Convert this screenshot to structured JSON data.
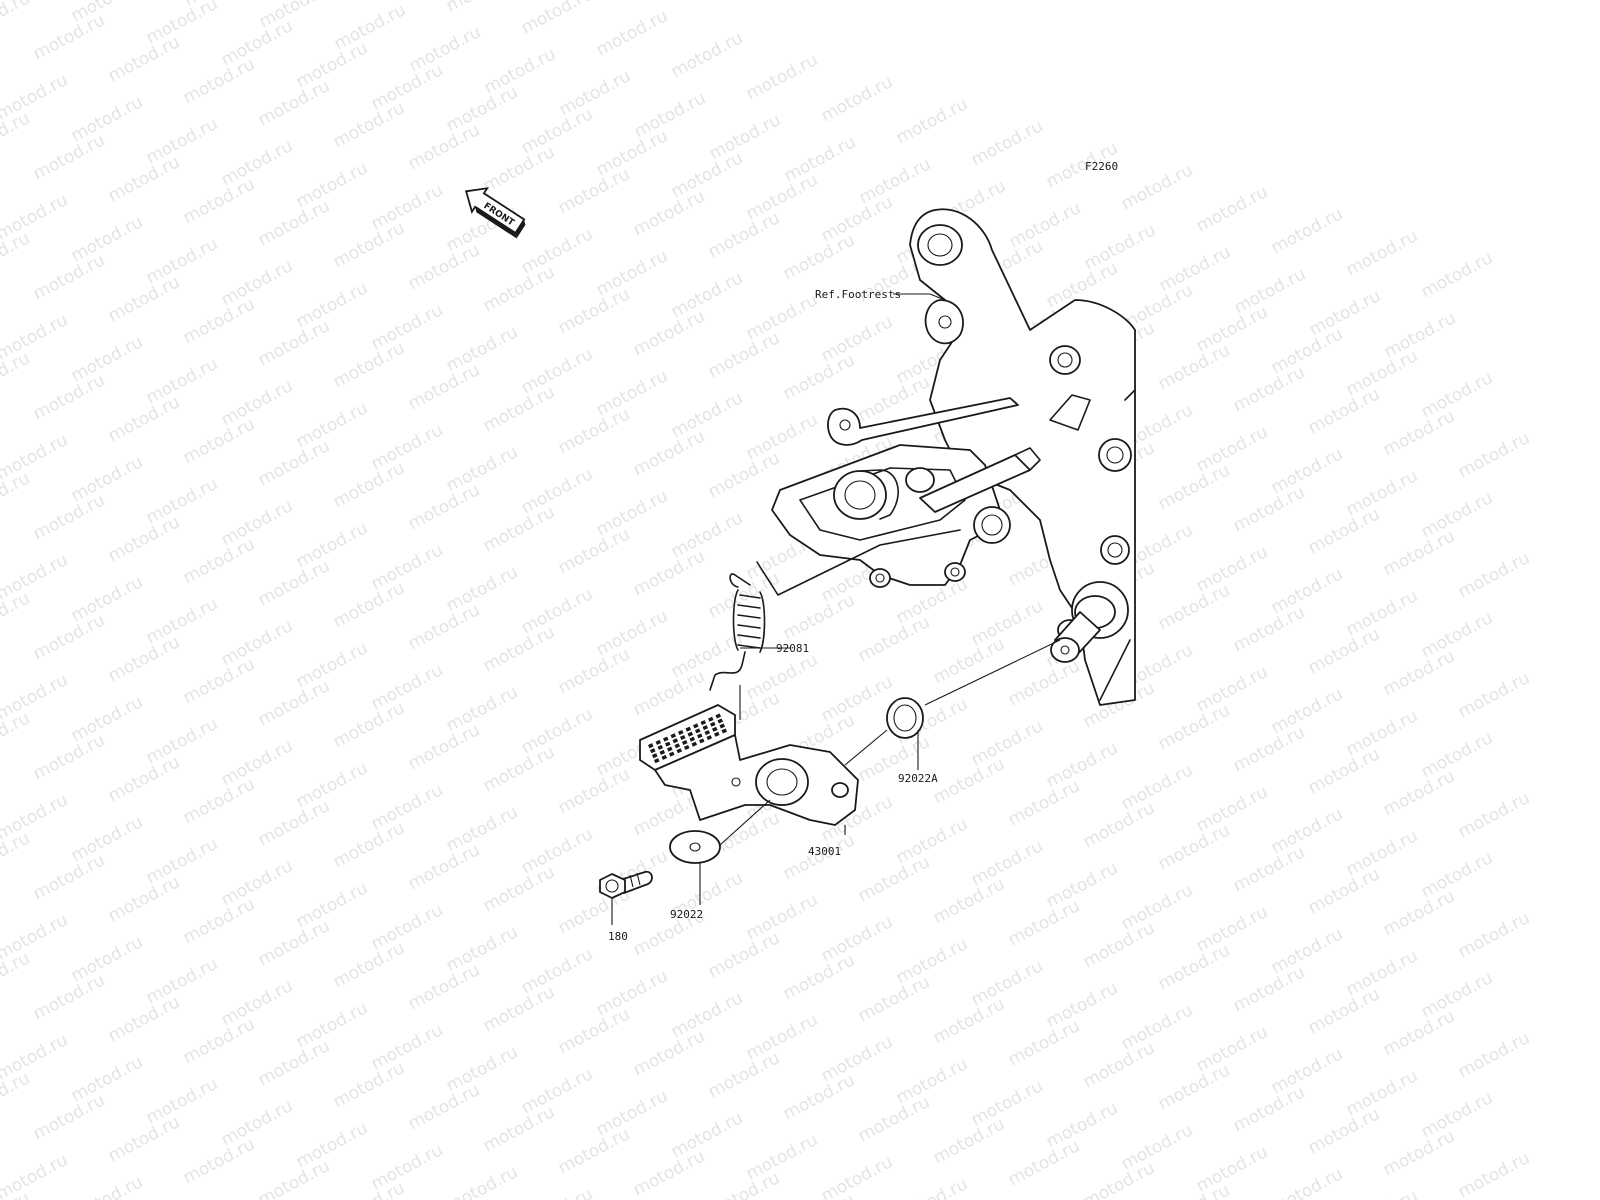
{
  "watermark": "motod.ru",
  "diagram_code": "F2260",
  "front_label": "FRONT",
  "ref_label": "Ref.Footrests",
  "parts": [
    {
      "id": "spring",
      "number": "92081"
    },
    {
      "id": "washer_a",
      "number": "92022A"
    },
    {
      "id": "brake_pedal",
      "number": "43001"
    },
    {
      "id": "washer",
      "number": "92022"
    },
    {
      "id": "bolt",
      "number": "180"
    }
  ]
}
